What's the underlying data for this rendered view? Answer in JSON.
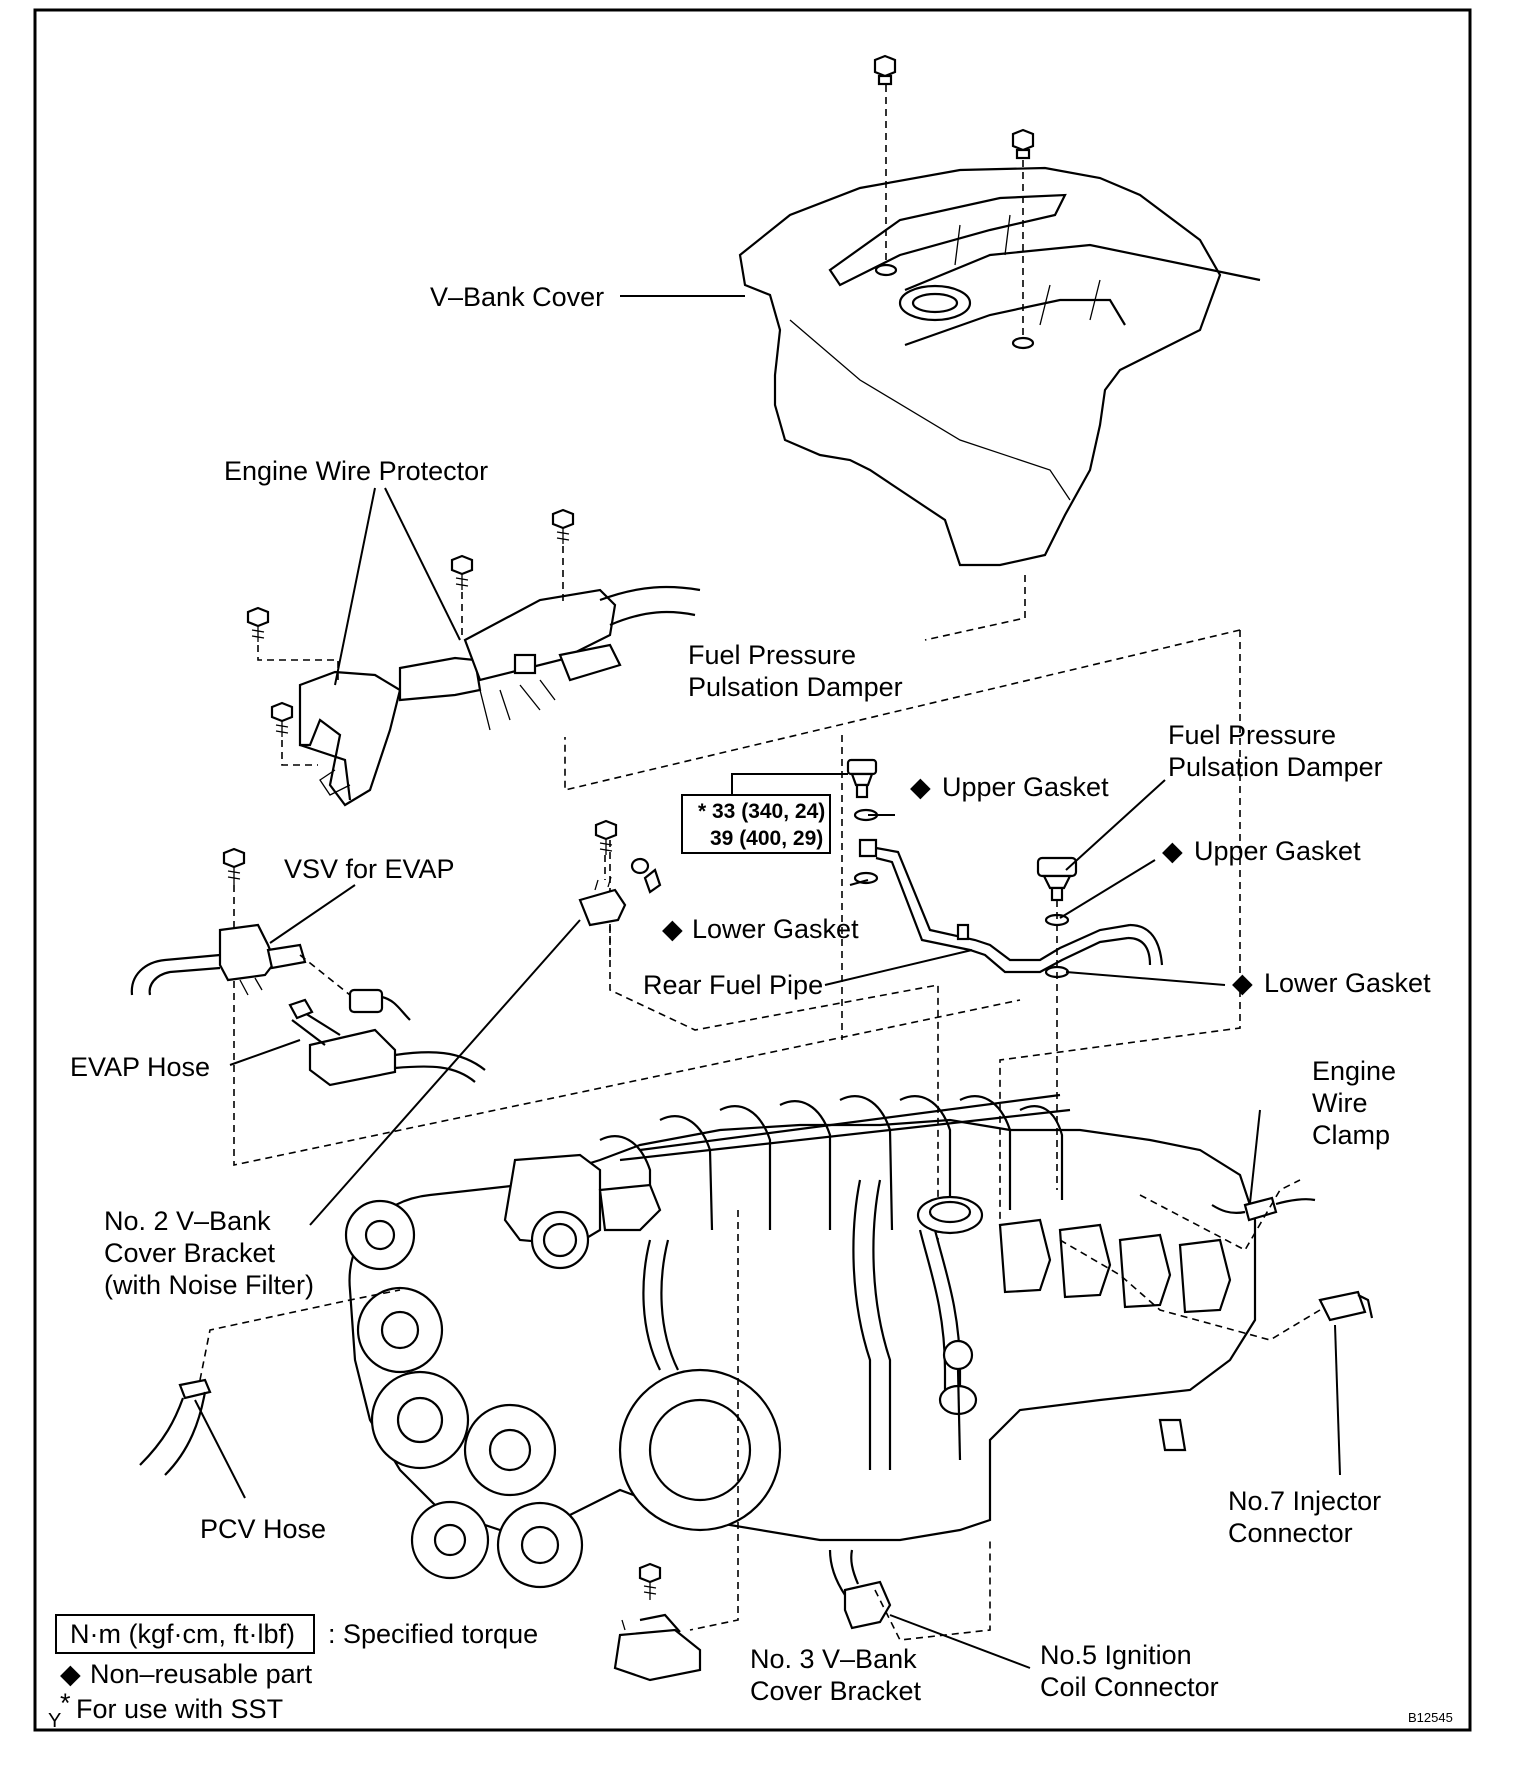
{
  "labels": {
    "v_bank_cover": "V–Bank Cover",
    "engine_wire_protector": "Engine Wire Protector",
    "fuel_damper_1_line1": "Fuel Pressure",
    "fuel_damper_1_line2": "Pulsation Damper",
    "fuel_damper_2_line1": "Fuel Pressure",
    "fuel_damper_2_line2": "Pulsation Damper",
    "upper_gasket_1": "Upper Gasket",
    "upper_gasket_2": "Upper Gasket",
    "lower_gasket_1": "Lower Gasket",
    "lower_gasket_2": "Lower Gasket",
    "rear_fuel_pipe": "Rear Fuel Pipe",
    "vsv_for_evap": "VSV for EVAP",
    "evap_hose": "EVAP Hose",
    "no2_bracket_line1": "No. 2 V–Bank",
    "no2_bracket_line2": "Cover Bracket",
    "no2_bracket_line3": "(with Noise Filter)",
    "engine_wire_clamp_line1": "Engine",
    "engine_wire_clamp_line2": "Wire",
    "engine_wire_clamp_line3": "Clamp",
    "pcv_hose": "PCV Hose",
    "no7_injector_line1": "No.7 Injector",
    "no7_injector_line2": "Connector",
    "no5_coil_line1": "No.5 Ignition",
    "no5_coil_line2": "Coil Connector",
    "no3_bracket_line1": "No. 3 V–Bank",
    "no3_bracket_line2": "Cover Bracket"
  },
  "torque_spec": {
    "line1": "* 33 (340, 24)",
    "line2": "39 (400, 29)"
  },
  "legend": {
    "torque_box": "N·m (kgf·cm, ft·lbf)",
    "torque_desc": ": Specified torque",
    "non_reusable_symbol": "◆",
    "non_reusable": "Non–reusable part",
    "sst_marker": "*",
    "sst": "For use with SST",
    "corner_mark": "Y"
  },
  "figure_id": "B12545",
  "colors": {
    "ink": "#000000",
    "paper": "#ffffff"
  }
}
